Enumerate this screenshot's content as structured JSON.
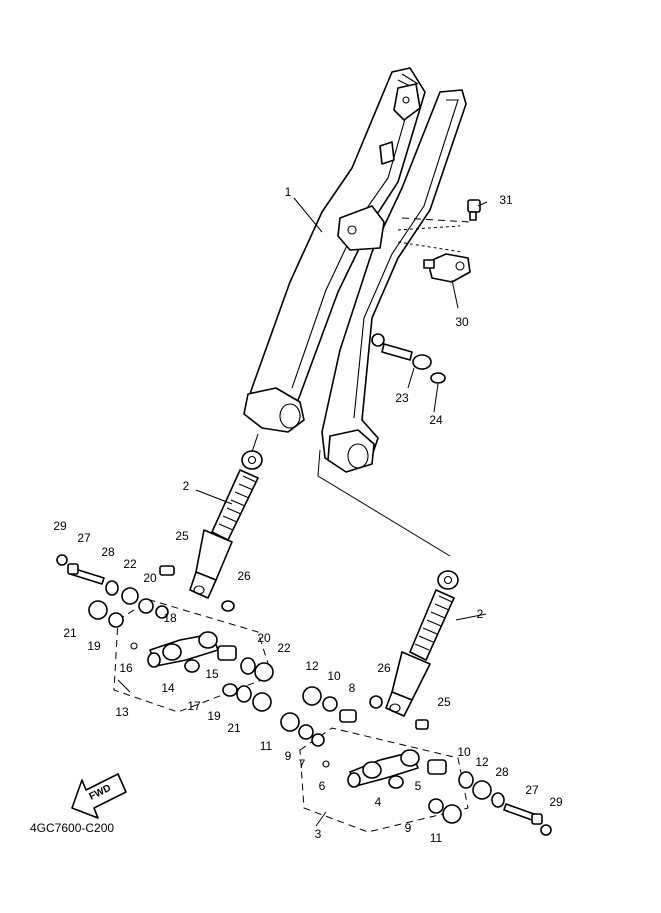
{
  "diagram_code": "4GC7600-C200",
  "fwd_label": "FWD",
  "callouts": [
    "1",
    "2",
    "2",
    "3",
    "4",
    "5",
    "6",
    "7",
    "8",
    "9",
    "9",
    "10",
    "10",
    "11",
    "11",
    "12",
    "12",
    "13",
    "14",
    "15",
    "16",
    "17",
    "18",
    "19",
    "19",
    "20",
    "20",
    "21",
    "21",
    "22",
    "22",
    "23",
    "24",
    "25",
    "25",
    "26",
    "26",
    "27",
    "27",
    "28",
    "28",
    "29",
    "29",
    "30",
    "31"
  ]
}
